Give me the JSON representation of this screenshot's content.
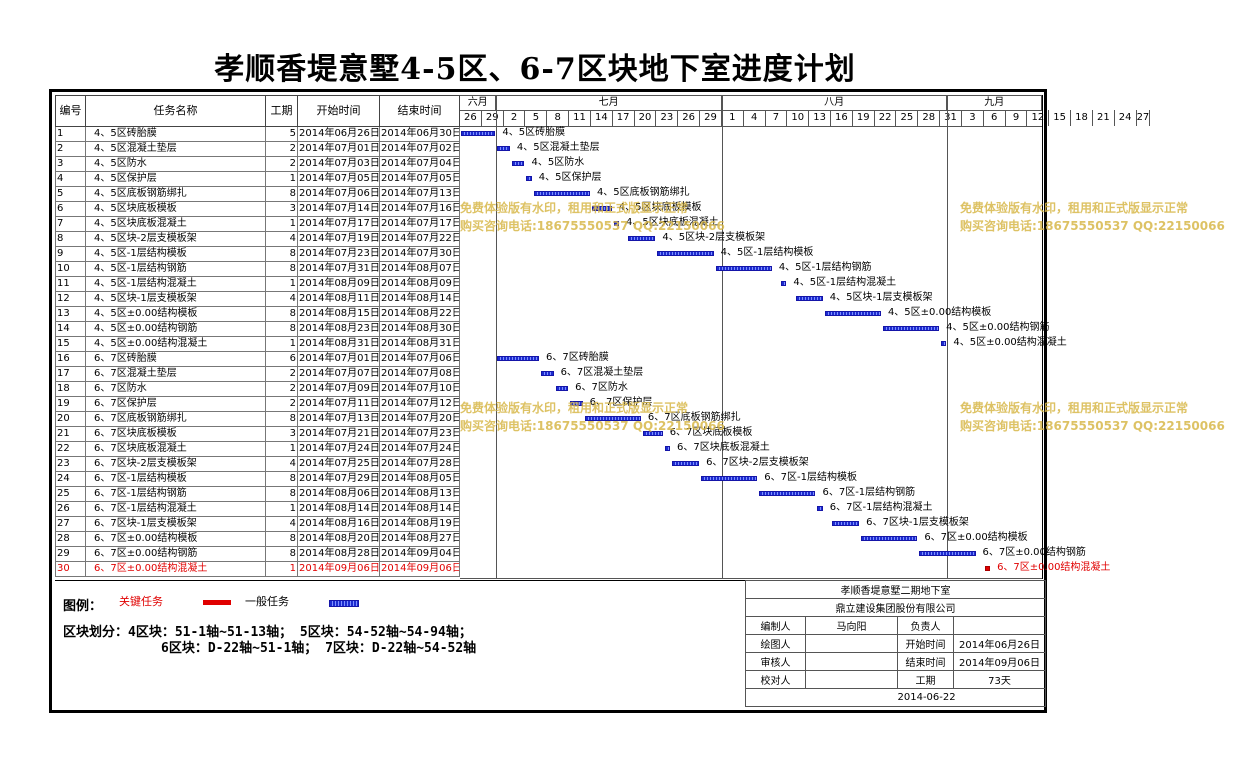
{
  "title": "孝顺香堤意墅4-5区、6-7区块地下室进度计划",
  "columns": {
    "no": "编号",
    "name": "任务名称",
    "dur": "工期",
    "start": "开始时间",
    "end": "结束时间"
  },
  "timeline": {
    "months": [
      "六月",
      "七月",
      "八月",
      "九月"
    ],
    "days": [
      "26",
      "29",
      "2",
      "5",
      "8",
      "11",
      "14",
      "17",
      "20",
      "23",
      "26",
      "29",
      "1",
      "4",
      "7",
      "10",
      "13",
      "16",
      "19",
      "22",
      "25",
      "28",
      "31",
      "3",
      "6",
      "9",
      "12",
      "15",
      "18",
      "21",
      "24",
      "27"
    ]
  },
  "tasks": [
    {
      "no": "1",
      "name": "4、5区砖胎膜",
      "dur": "5",
      "start": "2014年06月26日",
      "end": "2014年06月30日",
      "s": 0,
      "d": 5,
      "crit": false
    },
    {
      "no": "2",
      "name": "4、5区混凝土垫层",
      "dur": "2",
      "start": "2014年07月01日",
      "end": "2014年07月02日",
      "s": 5,
      "d": 2,
      "crit": false
    },
    {
      "no": "3",
      "name": "4、5区防水",
      "dur": "2",
      "start": "2014年07月03日",
      "end": "2014年07月04日",
      "s": 7,
      "d": 2,
      "crit": false
    },
    {
      "no": "4",
      "name": "4、5区保护层",
      "dur": "1",
      "start": "2014年07月05日",
      "end": "2014年07月05日",
      "s": 9,
      "d": 1,
      "crit": false
    },
    {
      "no": "5",
      "name": "4、5区底板钢筋绑扎",
      "dur": "8",
      "start": "2014年07月06日",
      "end": "2014年07月13日",
      "s": 10,
      "d": 8,
      "crit": false
    },
    {
      "no": "6",
      "name": "4、5区块底板模板",
      "dur": "3",
      "start": "2014年07月14日",
      "end": "2014年07月16日",
      "s": 18,
      "d": 3,
      "crit": false
    },
    {
      "no": "7",
      "name": "4、5区块底板混凝土",
      "dur": "1",
      "start": "2014年07月17日",
      "end": "2014年07月17日",
      "s": 21,
      "d": 1,
      "crit": false
    },
    {
      "no": "8",
      "name": "4、5区块-2层支模板架",
      "dur": "4",
      "start": "2014年07月19日",
      "end": "2014年07月22日",
      "s": 23,
      "d": 4,
      "crit": false
    },
    {
      "no": "9",
      "name": "4、5区-1层结构模板",
      "dur": "8",
      "start": "2014年07月23日",
      "end": "2014年07月30日",
      "s": 27,
      "d": 8,
      "crit": false
    },
    {
      "no": "10",
      "name": "4、5区-1层结构钢筋",
      "dur": "8",
      "start": "2014年07月31日",
      "end": "2014年08月07日",
      "s": 35,
      "d": 8,
      "crit": false
    },
    {
      "no": "11",
      "name": "4、5区-1层结构混凝土",
      "dur": "1",
      "start": "2014年08月09日",
      "end": "2014年08月09日",
      "s": 44,
      "d": 1,
      "crit": false
    },
    {
      "no": "12",
      "name": "4、5区块-1层支模板架",
      "dur": "4",
      "start": "2014年08月11日",
      "end": "2014年08月14日",
      "s": 46,
      "d": 4,
      "crit": false
    },
    {
      "no": "13",
      "name": "4、5区±0.00结构模板",
      "dur": "8",
      "start": "2014年08月15日",
      "end": "2014年08月22日",
      "s": 50,
      "d": 8,
      "crit": false
    },
    {
      "no": "14",
      "name": "4、5区±0.00结构钢筋",
      "dur": "8",
      "start": "2014年08月23日",
      "end": "2014年08月30日",
      "s": 58,
      "d": 8,
      "crit": false
    },
    {
      "no": "15",
      "name": "4、5区±0.00结构混凝土",
      "dur": "1",
      "start": "2014年08月31日",
      "end": "2014年08月31日",
      "s": 66,
      "d": 1,
      "crit": false
    },
    {
      "no": "16",
      "name": "6、7区砖胎膜",
      "dur": "6",
      "start": "2014年07月01日",
      "end": "2014年07月06日",
      "s": 5,
      "d": 6,
      "crit": false
    },
    {
      "no": "17",
      "name": "6、7区混凝土垫层",
      "dur": "2",
      "start": "2014年07月07日",
      "end": "2014年07月08日",
      "s": 11,
      "d": 2,
      "crit": false
    },
    {
      "no": "18",
      "name": "6、7区防水",
      "dur": "2",
      "start": "2014年07月09日",
      "end": "2014年07月10日",
      "s": 13,
      "d": 2,
      "crit": false
    },
    {
      "no": "19",
      "name": "6、7区保护层",
      "dur": "2",
      "start": "2014年07月11日",
      "end": "2014年07月12日",
      "s": 15,
      "d": 2,
      "crit": false
    },
    {
      "no": "20",
      "name": "6、7区底板钢筋绑扎",
      "dur": "8",
      "start": "2014年07月13日",
      "end": "2014年07月20日",
      "s": 17,
      "d": 8,
      "crit": false
    },
    {
      "no": "21",
      "name": "6、7区块底板模板",
      "dur": "3",
      "start": "2014年07月21日",
      "end": "2014年07月23日",
      "s": 25,
      "d": 3,
      "crit": false
    },
    {
      "no": "22",
      "name": "6、7区块底板混凝土",
      "dur": "1",
      "start": "2014年07月24日",
      "end": "2014年07月24日",
      "s": 28,
      "d": 1,
      "crit": false
    },
    {
      "no": "23",
      "name": "6、7区块-2层支模板架",
      "dur": "4",
      "start": "2014年07月25日",
      "end": "2014年07月28日",
      "s": 29,
      "d": 4,
      "crit": false
    },
    {
      "no": "24",
      "name": "6、7区-1层结构模板",
      "dur": "8",
      "start": "2014年07月29日",
      "end": "2014年08月05日",
      "s": 33,
      "d": 8,
      "crit": false
    },
    {
      "no": "25",
      "name": "6、7区-1层结构钢筋",
      "dur": "8",
      "start": "2014年08月06日",
      "end": "2014年08月13日",
      "s": 41,
      "d": 8,
      "crit": false
    },
    {
      "no": "26",
      "name": "6、7区-1层结构混凝土",
      "dur": "1",
      "start": "2014年08月14日",
      "end": "2014年08月14日",
      "s": 49,
      "d": 1,
      "crit": false
    },
    {
      "no": "27",
      "name": "6、7区块-1层支模板架",
      "dur": "4",
      "start": "2014年08月16日",
      "end": "2014年08月19日",
      "s": 51,
      "d": 4,
      "crit": false
    },
    {
      "no": "28",
      "name": "6、7区±0.00结构模板",
      "dur": "8",
      "start": "2014年08月20日",
      "end": "2014年08月27日",
      "s": 55,
      "d": 8,
      "crit": false
    },
    {
      "no": "29",
      "name": "6、7区±0.00结构钢筋",
      "dur": "8",
      "start": "2014年08月28日",
      "end": "2014年09月04日",
      "s": 63,
      "d": 8,
      "crit": false
    },
    {
      "no": "30",
      "name": "6、7区±0.00结构混凝土",
      "dur": "1",
      "start": "2014年09月06日",
      "end": "2014年09月06日",
      "s": 72,
      "d": 1,
      "crit": true
    }
  ],
  "watermark": {
    "line1": "免费体验版有水印，租用和正式版显示正常",
    "line2": "购买咨询电话:18675550537 QQ:22150066"
  },
  "legend": {
    "title": "图例：",
    "critical_label": "关键任务",
    "normal_label": "一般任务",
    "critical_color": "#e00000",
    "normal_color": "#1c2cd0"
  },
  "zones": {
    "line1": "区块划分：4区块：51-1轴~51-13轴；    5区块：54-52轴~54-94轴；",
    "line2": "6区块：D-22轴~51-1轴；    7区块：D-22轴~54-52轴"
  },
  "info": {
    "project": "孝顺香堤意墅二期地下室",
    "company": "鼎立建设集团股份有限公司",
    "compiler_label": "编制人",
    "compiler": "马向阳",
    "owner_label": "负责人",
    "owner": "",
    "drawer_label": "绘图人",
    "drawer": "",
    "start_label": "开始时间",
    "start": "2014年06月26日",
    "checker_label": "审核人",
    "checker": "",
    "end_label": "结束时间",
    "end": "2014年09月06日",
    "proof_label": "校对人",
    "proof": "",
    "dur_label": "工期",
    "dur": "73天",
    "date": "2014-06-22"
  }
}
